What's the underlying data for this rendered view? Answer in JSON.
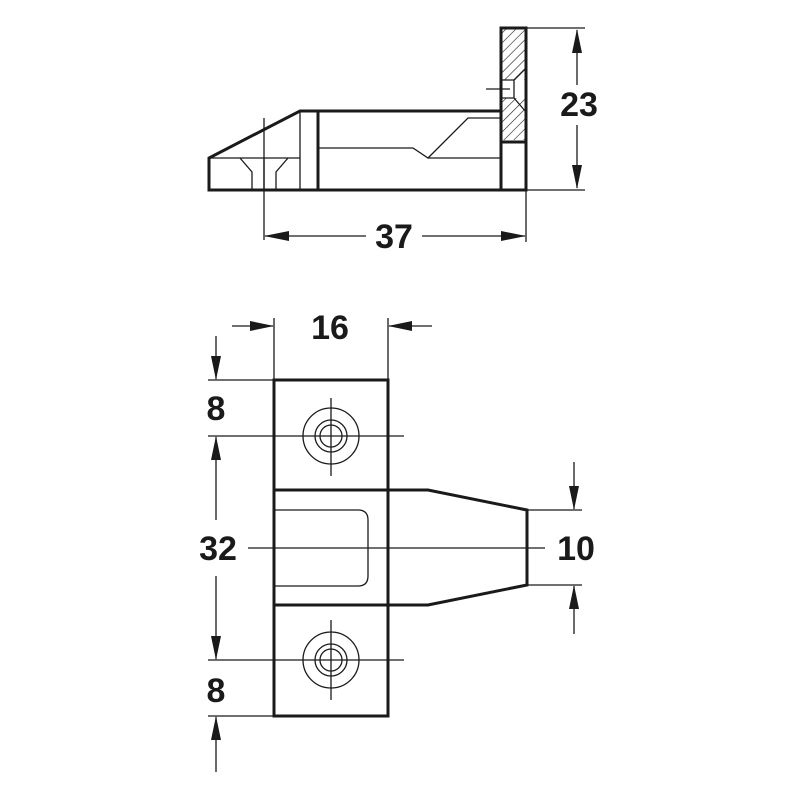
{
  "dimensions": {
    "side_height": "23",
    "side_length": "37",
    "top_width": "16",
    "top_margin": "8",
    "hole_spacing": "32",
    "bottom_margin": "8",
    "tongue_height": "10"
  }
}
